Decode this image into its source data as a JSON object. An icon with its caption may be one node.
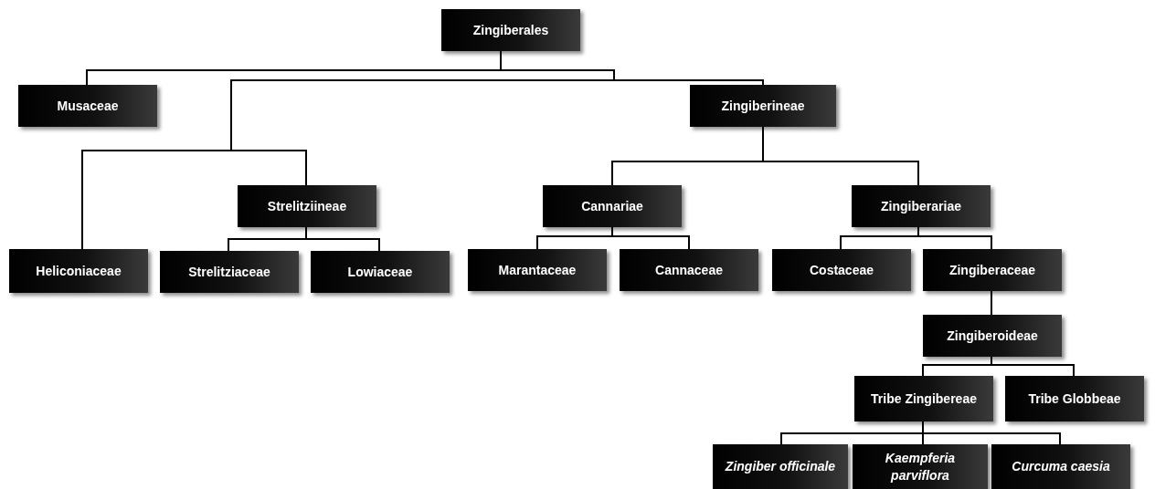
{
  "diagram": {
    "nodes": [
      {
        "text": [
          "Zingiberales"
        ]
      },
      {
        "text": [
          "Musaceae"
        ]
      },
      {
        "text": [
          "Zingiberineae"
        ]
      },
      {
        "text": [
          "Heliconiaceae"
        ]
      },
      {
        "text": [
          "Strelitziineae"
        ]
      },
      {
        "text": [
          "Cannariae"
        ]
      },
      {
        "text": [
          "Zingiberariae"
        ]
      },
      {
        "text": [
          "Strelitziaceae"
        ]
      },
      {
        "text": [
          "Lowiaceae"
        ]
      },
      {
        "text": [
          "Marantaceae"
        ]
      },
      {
        "text": [
          "Cannaceae"
        ]
      },
      {
        "text": [
          "Costaceae"
        ]
      },
      {
        "text": [
          "Zingiberaceae"
        ]
      },
      {
        "text": [
          "Zingiberoideae"
        ]
      },
      {
        "text": [
          "Tribe Zingibereae"
        ]
      },
      {
        "text": [
          "Tribe Globbeae"
        ]
      },
      {
        "text": [
          "Zingiber officinale"
        ]
      },
      {
        "text": [
          "Kaempferia parviflora"
        ]
      },
      {
        "text": [
          "Curcuma caesia"
        ]
      }
    ],
    "edges": [
      {
        "from": 0,
        "to": 1,
        "arrow": "none"
      },
      {
        "from": 0,
        "to": 2,
        "arrow": "none"
      },
      {
        "from": 0,
        "to": 3,
        "arrow": "none"
      },
      {
        "from": 0,
        "to": 4,
        "arrow": "none"
      },
      {
        "from": 2,
        "to": 5,
        "arrow": "none"
      },
      {
        "from": 2,
        "to": 6,
        "arrow": "none"
      },
      {
        "from": 4,
        "to": 7,
        "arrow": "none"
      },
      {
        "from": 4,
        "to": 8,
        "arrow": "none"
      },
      {
        "from": 5,
        "to": 9,
        "arrow": "none"
      },
      {
        "from": 5,
        "to": 10,
        "arrow": "none"
      },
      {
        "from": 6,
        "to": 11,
        "arrow": "none"
      },
      {
        "from": 6,
        "to": 12,
        "arrow": "none"
      },
      {
        "from": 12,
        "to": 13,
        "arrow": "none"
      },
      {
        "from": 13,
        "to": 14,
        "arrow": "none"
      },
      {
        "from": 13,
        "to": 15,
        "arrow": "none"
      },
      {
        "from": 14,
        "to": 16,
        "arrow": "none"
      },
      {
        "from": 14,
        "to": 17,
        "arrow": "none"
      },
      {
        "from": 14,
        "to": 18,
        "arrow": "none"
      }
    ]
  }
}
